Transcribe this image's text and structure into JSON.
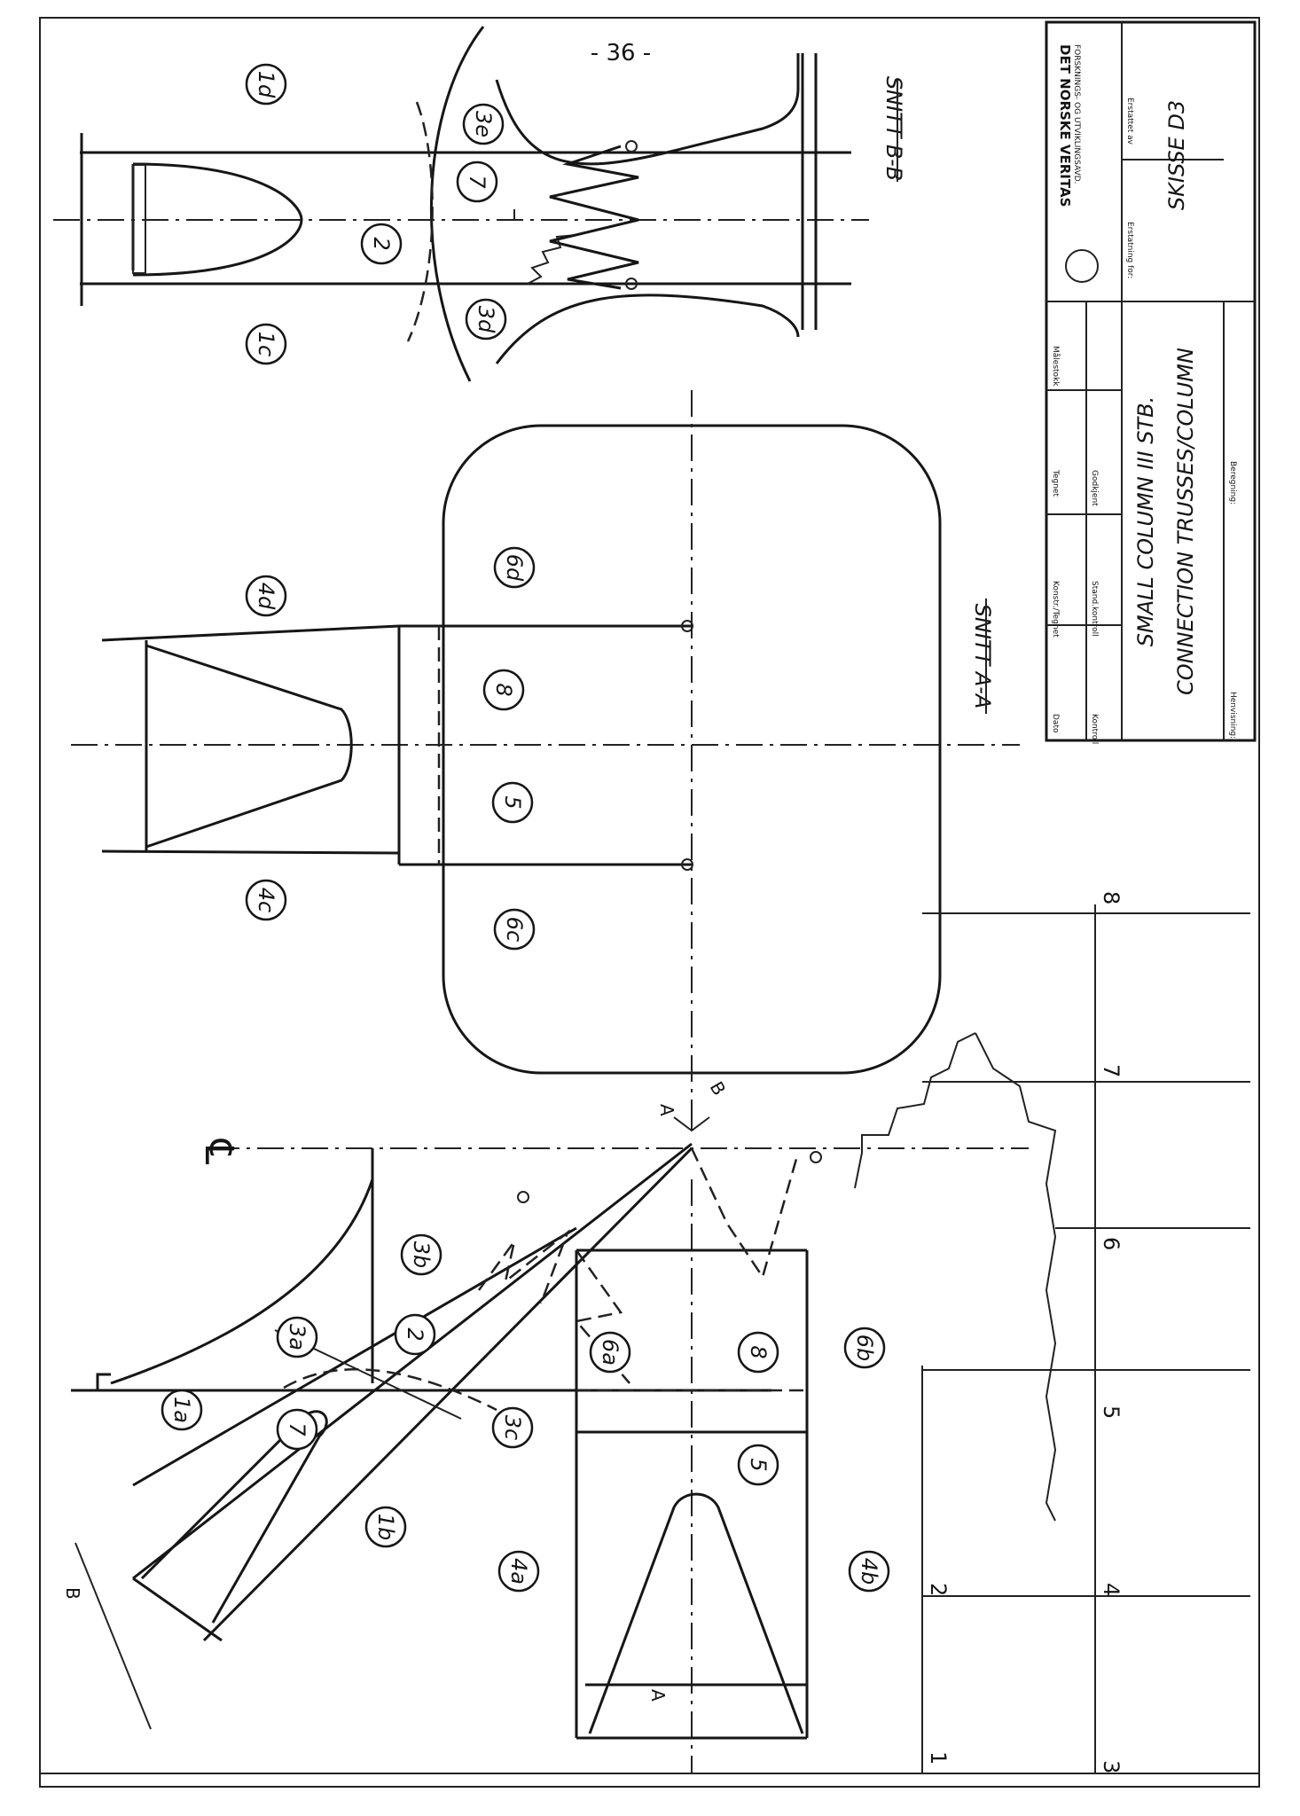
{
  "page_number": "- 36 -",
  "views": {
    "section_aa_title": "SNITT A-A",
    "section_bb_title": "SNITT B-B",
    "section_marker_a": "A",
    "section_marker_b": "B"
  },
  "centerline_symbol": "℄",
  "part_labels": {
    "1a": "1a",
    "1b": "1b",
    "1c": "1c",
    "1d": "1d",
    "2": "2",
    "3a": "3a",
    "3b": "3b",
    "3c": "3c",
    "3d": "3d",
    "3e": "3e",
    "4a": "4a",
    "4b": "4b",
    "4c": "4c",
    "4d": "4d",
    "5": "5",
    "6a": "6a",
    "6b": "6b",
    "6c": "6c",
    "6d": "6d",
    "7": "7",
    "8": "8"
  },
  "grid_numbers": [
    "1",
    "2",
    "3",
    "4",
    "5",
    "6",
    "7",
    "8"
  ],
  "title_block": {
    "company_line1": "DET NORSKE VERITAS",
    "company_line2": "FORSKNINGS- OG UTVIKLINGSAVD.",
    "erstattet_av": "Erstattet av",
    "erstatning_for": "Erstatning for:",
    "maalestokk": "Målestokk",
    "tegnet": "Tegnet",
    "godkjent": "Godkjent",
    "konstr_tegnet": "Konstr./Tegnet",
    "stand_kontroll": "Stand.kontroll",
    "dato": "Dato",
    "kontroll": "Kontroll",
    "henvisning": "Henvisning:",
    "beregning": "Beregning:",
    "title_line1": "SMALL COLUMN III  STB.",
    "title_line2": "CONNECTION TRUSSES/COLUMN",
    "sketch_id": "SKISSE D3"
  }
}
